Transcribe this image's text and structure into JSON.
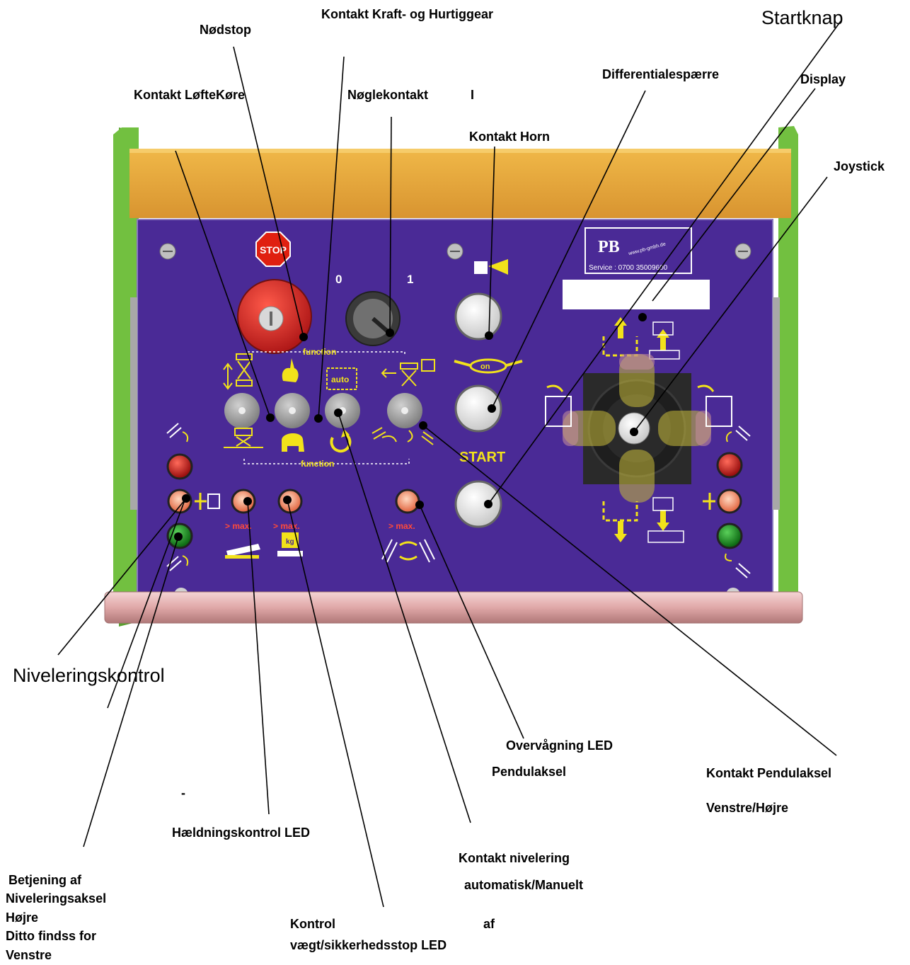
{
  "labels": {
    "nodstop": "Nødstop",
    "kontakt_kraft": "Kontakt Kraft- og Hurtiggear",
    "startknap": "Startknap",
    "kontakt_lofte": "Kontakt LøfteKøre",
    "noglekontakt": "Nøglekontakt",
    "noglekontakt_suffix": "I",
    "differentialespaerre": "Differentialespærre",
    "display": "Display",
    "kontakt_horn": "Kontakt Horn",
    "joystick": "Joystick",
    "niveleringskontrol": "Niveleringskontrol",
    "overvagning_1": "Overvågning LED",
    "overvagning_2": "Pendulaksel",
    "kontakt_pendul_1": "Kontakt Pendulaksel",
    "kontakt_pendul_2": "Venstre/Højre",
    "dash": "-",
    "haeldning": "Hældningskontrol LED",
    "kontakt_niv_1": "Kontakt  nivelering",
    "kontakt_niv_2": "automatisk/Manuelt",
    "betjening_1": "Betjening af",
    "betjening_2": "Niveleringsaksel",
    "betjening_3": "Højre",
    "betjening_4": "Ditto findss for",
    "betjening_5": "Venstre",
    "kontrol_1": "Kontrol",
    "kontrol_2": "af",
    "kontrol_3": "vægt/sikkerhedsstop LED"
  },
  "panel": {
    "stop_sign": "STOP",
    "key_0": "0",
    "key_1": "1",
    "function_top": "function",
    "function_bottom": "function",
    "auto": "auto",
    "start": "START",
    "on": "on",
    "max_1": "> max.",
    "max_2": "> max.",
    "max_3": "> max.",
    "kg": "kg",
    "brand_url": "www.pb-gmbh.de",
    "service": "Service : 0700 35009600"
  },
  "colors": {
    "panel": "#4a2a96",
    "frame_green": "#6dba3c",
    "top_band": "#e8a83a",
    "symbol_yellow": "#f2e21a",
    "warning_red": "#ff4a3a"
  }
}
